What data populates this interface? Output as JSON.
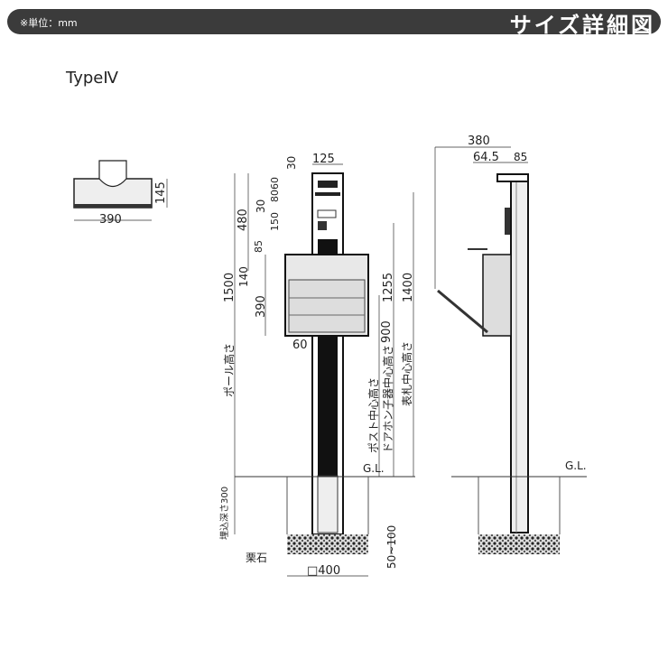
{
  "header": {
    "unit_note": "※単位：mm",
    "title": "サイズ詳細図"
  },
  "type_label": "TypeⅣ",
  "top_view": {
    "width": "390",
    "depth": "145"
  },
  "front_view": {
    "dims": {
      "top_width": "125",
      "d30a": "30",
      "d8060": "8060",
      "d30b": "30",
      "d150": "150",
      "d480": "480",
      "d85": "85",
      "d1500": "1500",
      "d140": "140",
      "d390": "390",
      "d60": "60",
      "d900": "900",
      "d1255": "1255",
      "d1400": "1400",
      "footing": "□400",
      "embed": "埋込深さ300",
      "gravel_depth": "50~100"
    },
    "labels": {
      "pole_height": "ポール高さ",
      "post_center": "ポスト中心高さ",
      "intercom_center": "ドアホン子器中心高さ",
      "nameplate_center": "表札中心高さ",
      "gl": "G.L.",
      "gravel": "栗石"
    }
  },
  "side_view": {
    "dims": {
      "d380": "380",
      "d645": "64.5",
      "d85": "85"
    },
    "gl": "G.L."
  }
}
